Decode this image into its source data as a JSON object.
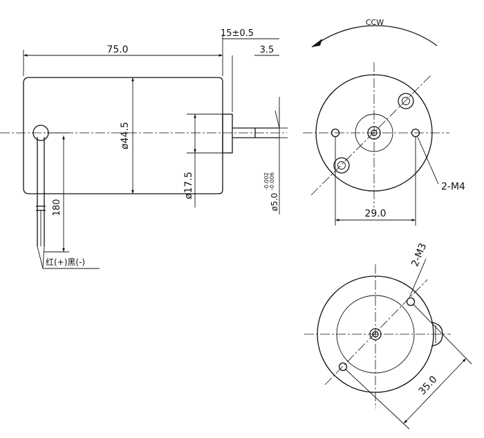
{
  "side_view": {
    "length": "75.0",
    "shaft_length": "15±0.5",
    "boss_length": "3.5",
    "body_diameter": "ø44.5",
    "boss_diameter": "ø17.5",
    "shaft_diameter": "ø5.0",
    "shaft_tol_upper": "-0.002",
    "shaft_tol_lower": "-0.006",
    "lead_length": "180",
    "lead_label": "红(+)黑(-)"
  },
  "front_view": {
    "rotation": "CCW",
    "thread_label": "2-M4",
    "hole_spacing": "29.0"
  },
  "rear_view": {
    "thread_label": "2-M3",
    "hole_spacing": "35.0"
  }
}
